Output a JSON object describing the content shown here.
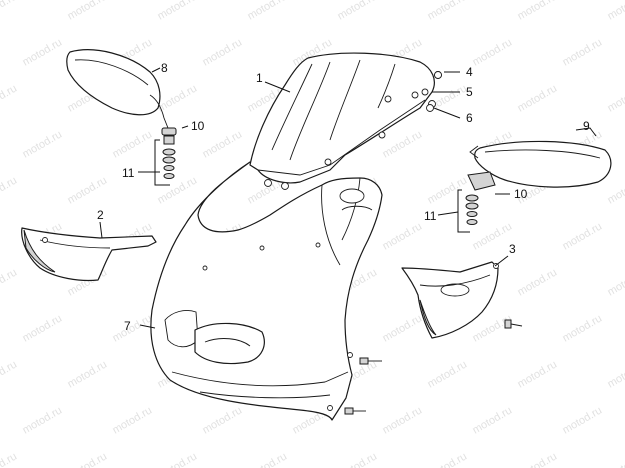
{
  "watermark": "motod.ru",
  "callouts": {
    "c1": "1",
    "c2": "2",
    "c3": "3",
    "c4": "4",
    "c5": "5",
    "c6": "6",
    "c7": "7",
    "c8": "8",
    "c9": "9",
    "c10a": "10",
    "c10b": "10",
    "c11a": "11",
    "c11b": "11"
  },
  "colors": {
    "line": "#1a1a1a",
    "watermark": "#c9c9c9",
    "background": "#ffffff"
  }
}
